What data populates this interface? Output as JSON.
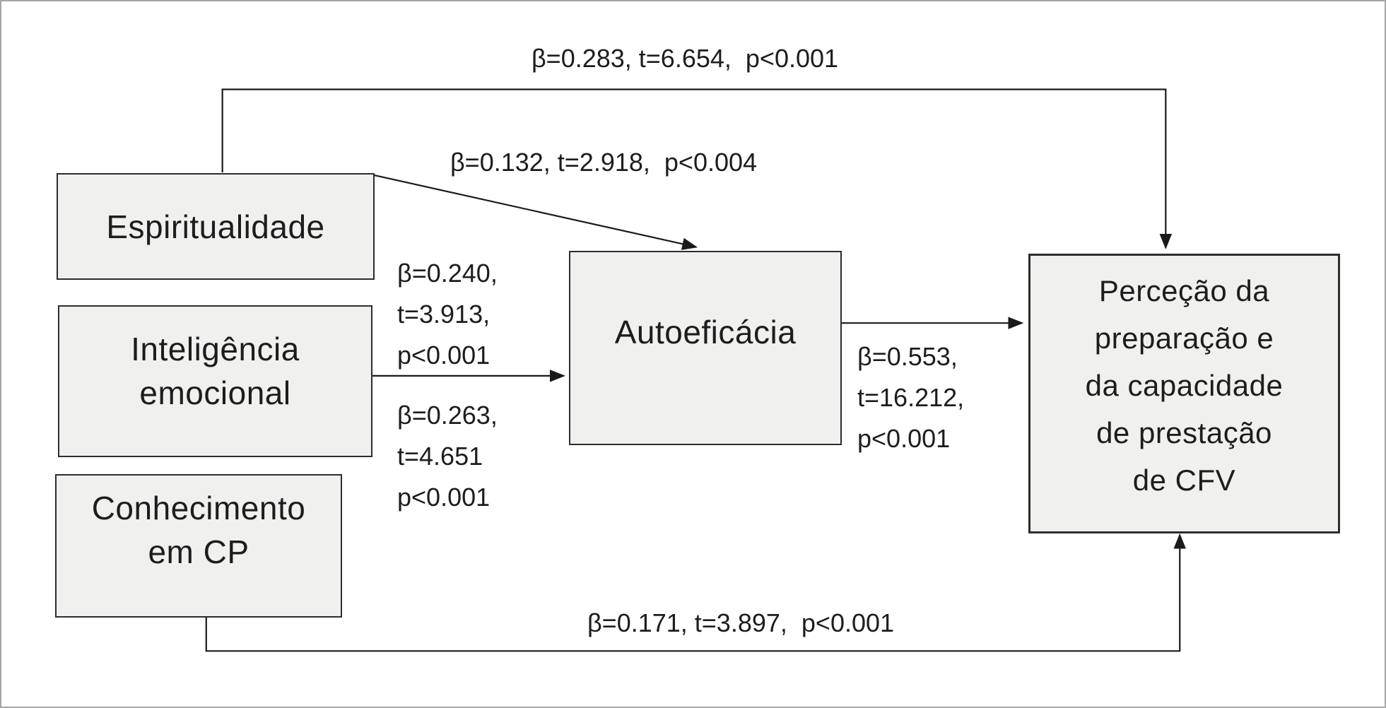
{
  "figure": {
    "type": "path-diagram",
    "boxes": {
      "espiritualidade": {
        "lines": [
          "Espiritualidade"
        ]
      },
      "inteligencia_emocional": {
        "lines": [
          "Inteligência",
          "emocional"
        ]
      },
      "conhecimento_cp": {
        "lines": [
          "Conhecimento",
          "em CP"
        ]
      },
      "autoeficacia": {
        "lines": [
          "Autoeficácia"
        ]
      },
      "percecao_cfv": {
        "lines": [
          "Perceção da",
          "preparação e",
          "da capacidade",
          "de prestação",
          "de CFV"
        ]
      }
    },
    "path_labels": {
      "espiritualidade_to_percecao": "β=0.283, t=6.654,  p<0.001",
      "espiritualidade_to_autoeficacia": "β=0.132, t=2.918,  p<0.004",
      "inteligencia_to_autoeficacia": {
        "lines": [
          "β=0.240,",
          "t=3.913,",
          "p<0.001"
        ]
      },
      "conhecimento_to_autoeficacia": {
        "lines": [
          "β=0.263,",
          "t=4.651",
          "p<0.001"
        ]
      },
      "autoeficacia_to_percecao": {
        "lines": [
          "β=0.553,",
          "t=16.212,",
          "p<0.001"
        ]
      },
      "conhecimento_to_percecao": "β=0.171, t=3.897,  p<0.001"
    },
    "colors": {
      "background": "#ffffff",
      "frame_border": "#a6a6a6",
      "box_fill": "#f0f0ef",
      "box_border": "#2d2d2d",
      "line": "#1a1a1a",
      "text": "#1d1d1d"
    }
  }
}
